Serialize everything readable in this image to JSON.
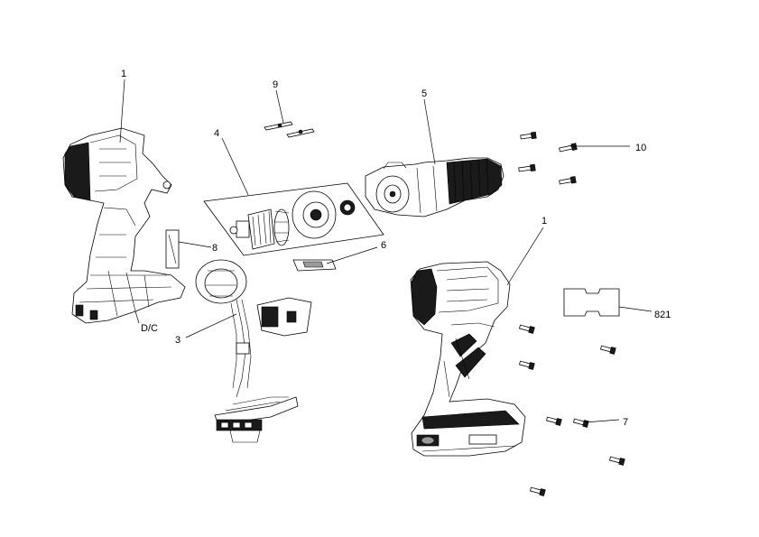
{
  "callouts": {
    "housing_left": "1",
    "housing_right": "1",
    "switch_wiring": "3",
    "motor_kit": "4",
    "gearbox": "5",
    "bracket": "6",
    "screws_housing": "7",
    "label": "8",
    "clips": "9",
    "screws_gearbox": "10",
    "kit_label": "821",
    "dc": "D/C"
  }
}
